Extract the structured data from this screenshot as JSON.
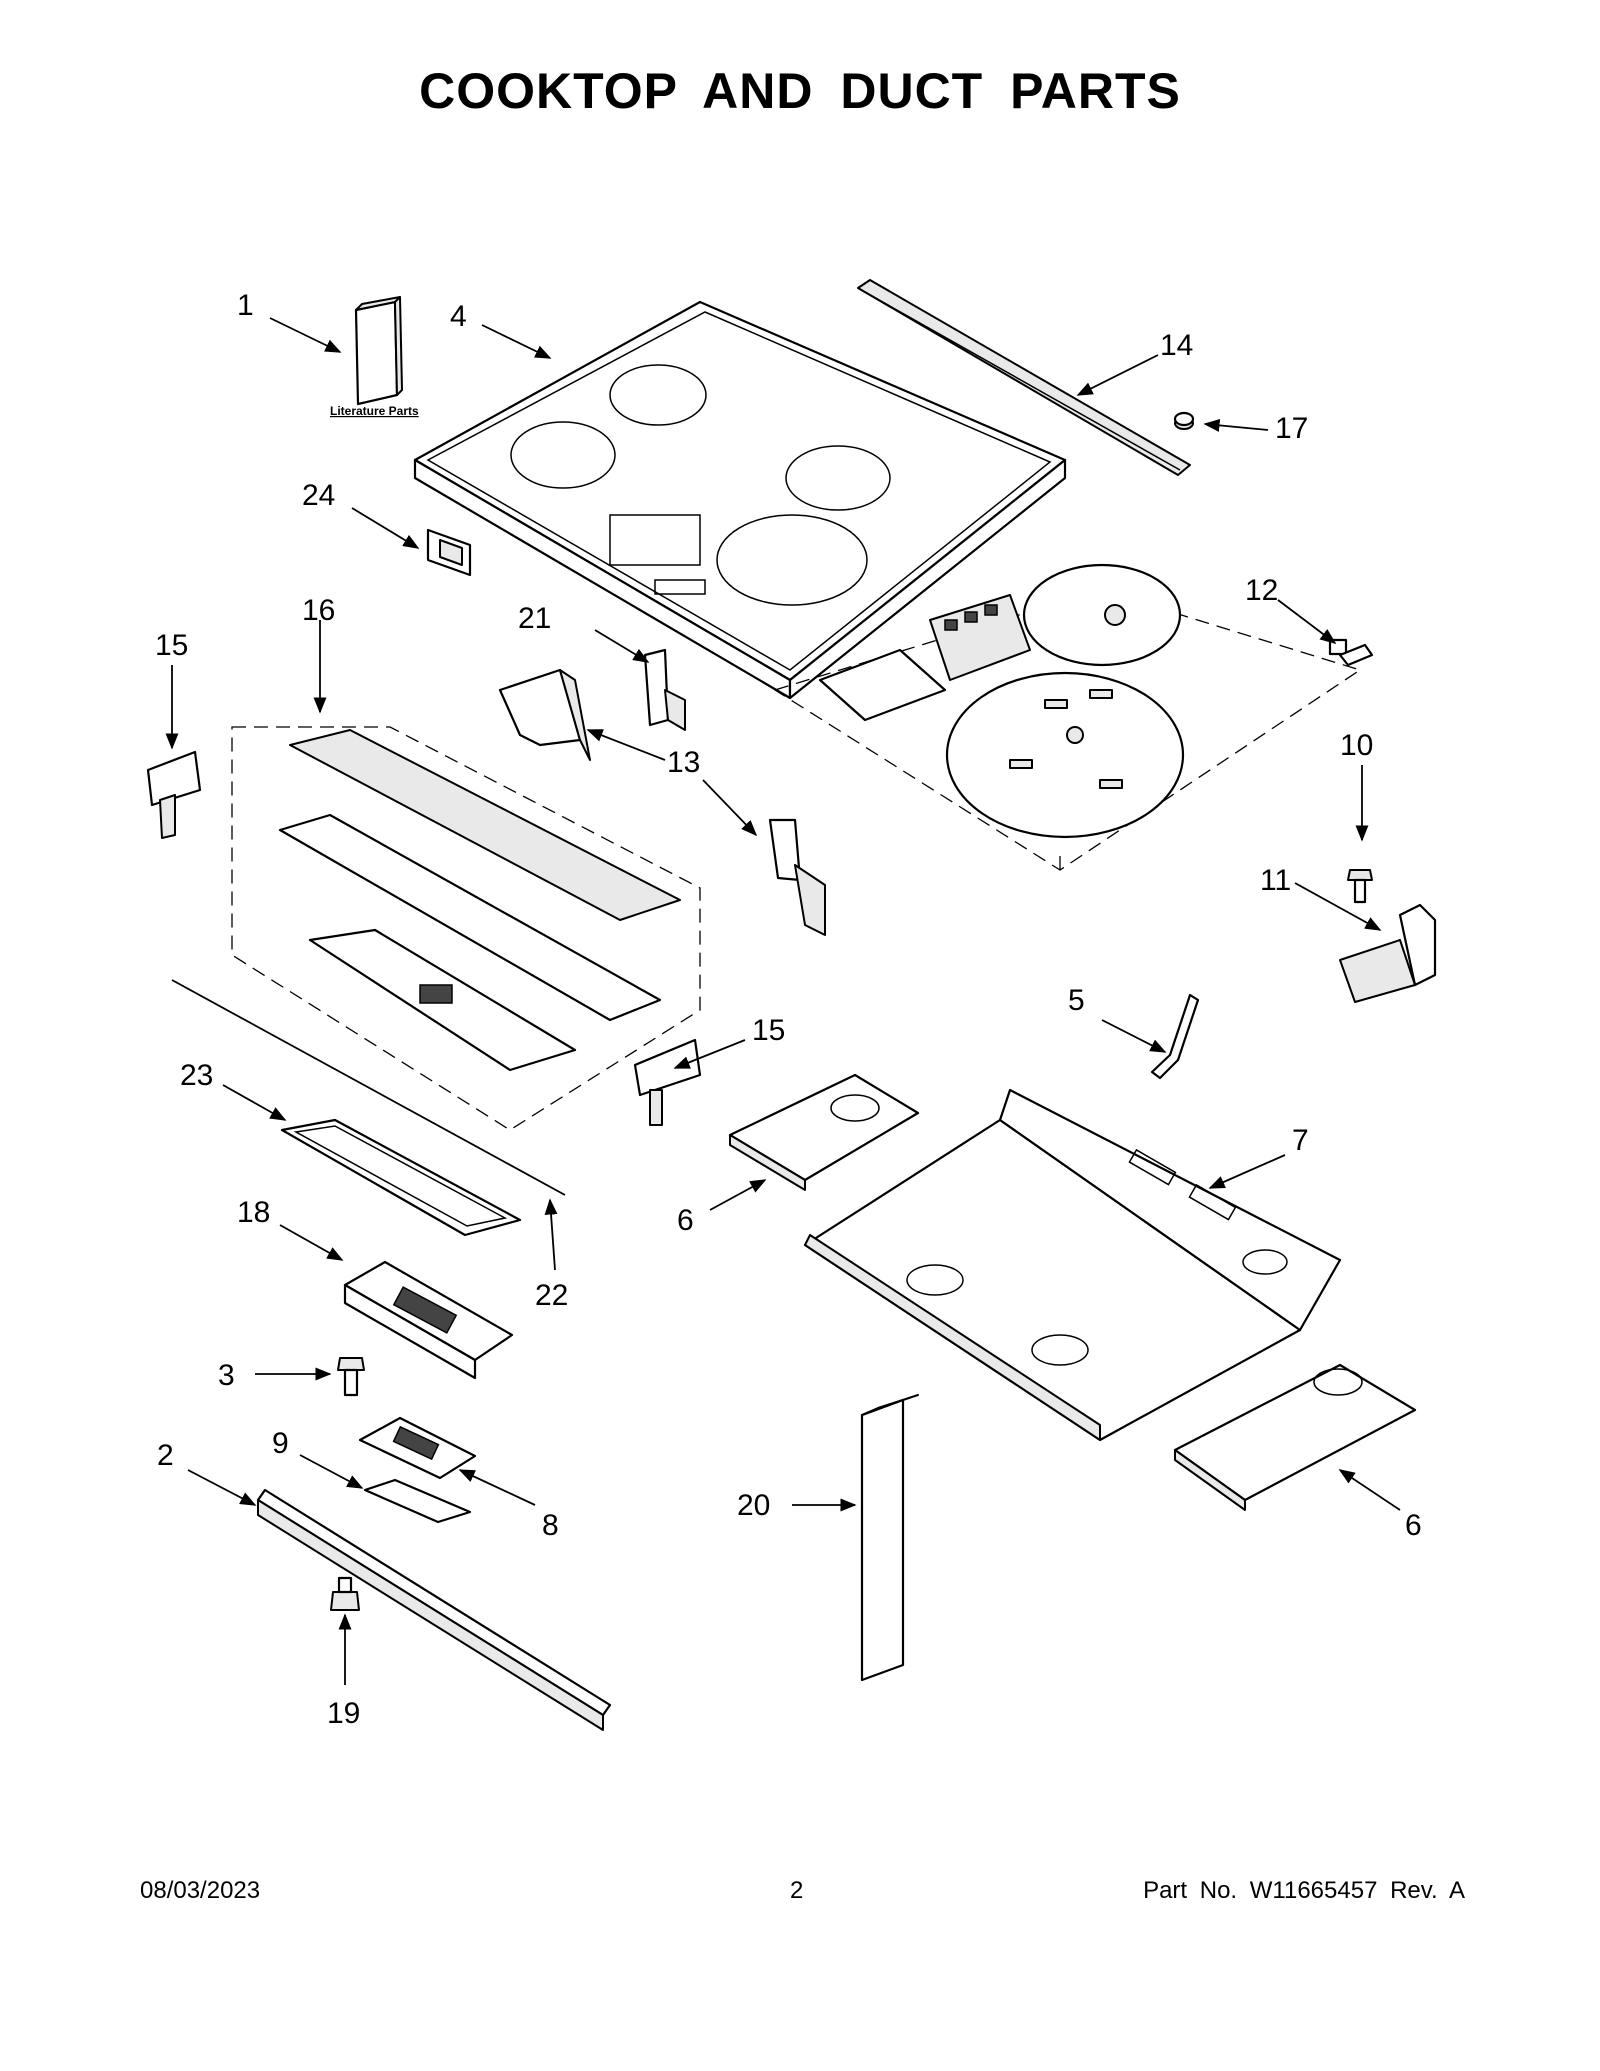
{
  "title": "COOKTOP AND DUCT PARTS",
  "literature_label": "Literature Parts",
  "callouts": {
    "c1": "1",
    "c2": "2",
    "c3": "3",
    "c4": "4",
    "c5": "5",
    "c6a": "6",
    "c6b": "6",
    "c7": "7",
    "c8": "8",
    "c9": "9",
    "c10": "10",
    "c11": "11",
    "c12": "12",
    "c13": "13",
    "c14": "14",
    "c15a": "15",
    "c15b": "15",
    "c16": "16",
    "c17": "17",
    "c18": "18",
    "c19": "19",
    "c20": "20",
    "c21": "21",
    "c22": "22",
    "c23": "23",
    "c24": "24"
  },
  "footer": {
    "date": "08/03/2023",
    "page": "2",
    "part_no": "Part No.  W11665457  Rev.  A"
  }
}
